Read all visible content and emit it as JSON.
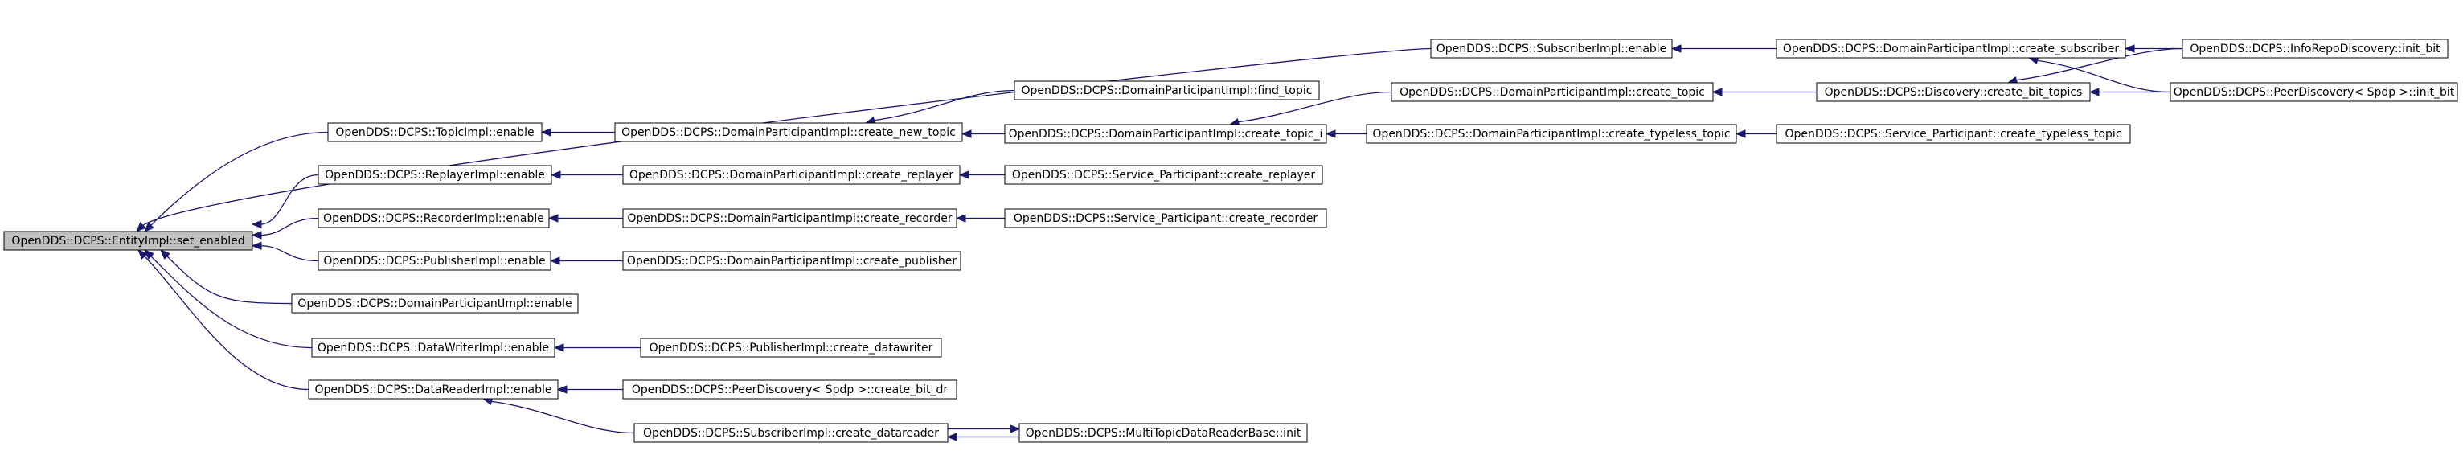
{
  "diagram": {
    "type": "caller-graph",
    "nodes": [
      {
        "id": "set_enabled",
        "label": "OpenDDS::DCPS::EntityImpl::set_enabled",
        "root": true
      },
      {
        "id": "sub_enable",
        "label": "OpenDDS::DCPS::SubscriberImpl::enable"
      },
      {
        "id": "dpi_create_subscriber",
        "label": "OpenDDS::DCPS::DomainParticipantImpl::create_subscriber"
      },
      {
        "id": "irdisc_init_bit",
        "label": "OpenDDS::DCPS::InfoRepoDiscovery::init_bit"
      },
      {
        "id": "find_topic",
        "label": "OpenDDS::DCPS::DomainParticipantImpl::find_topic"
      },
      {
        "id": "topic_enable",
        "label": "OpenDDS::DCPS::TopicImpl::enable"
      },
      {
        "id": "dpi_create_new_topic",
        "label": "OpenDDS::DCPS::DomainParticipantImpl::create_new_topic"
      },
      {
        "id": "dpi_create_topic",
        "label": "OpenDDS::DCPS::DomainParticipantImpl::create_topic"
      },
      {
        "id": "disc_create_bit_topics",
        "label": "OpenDDS::DCPS::Discovery::create_bit_topics"
      },
      {
        "id": "peerdisc_init_bit",
        "label": "OpenDDS::DCPS::PeerDiscovery< Spdp >::init_bit"
      },
      {
        "id": "dpi_create_topic_i",
        "label": "OpenDDS::DCPS::DomainParticipantImpl::create_topic_i"
      },
      {
        "id": "dpi_create_typeless_topic",
        "label": "OpenDDS::DCPS::DomainParticipantImpl::create_typeless_topic"
      },
      {
        "id": "sp_create_typeless_topic",
        "label": "OpenDDS::DCPS::Service_Participant::create_typeless_topic"
      },
      {
        "id": "replayer_enable",
        "label": "OpenDDS::DCPS::ReplayerImpl::enable"
      },
      {
        "id": "dpi_create_replayer",
        "label": "OpenDDS::DCPS::DomainParticipantImpl::create_replayer"
      },
      {
        "id": "sp_create_replayer",
        "label": "OpenDDS::DCPS::Service_Participant::create_replayer"
      },
      {
        "id": "recorder_enable",
        "label": "OpenDDS::DCPS::RecorderImpl::enable"
      },
      {
        "id": "dpi_create_recorder",
        "label": "OpenDDS::DCPS::DomainParticipantImpl::create_recorder"
      },
      {
        "id": "sp_create_recorder",
        "label": "OpenDDS::DCPS::Service_Participant::create_recorder"
      },
      {
        "id": "pub_enable",
        "label": "OpenDDS::DCPS::PublisherImpl::enable"
      },
      {
        "id": "dpi_create_publisher",
        "label": "OpenDDS::DCPS::DomainParticipantImpl::create_publisher"
      },
      {
        "id": "dpi_enable",
        "label": "OpenDDS::DCPS::DomainParticipantImpl::enable"
      },
      {
        "id": "dw_enable",
        "label": "OpenDDS::DCPS::DataWriterImpl::enable"
      },
      {
        "id": "pub_create_datawriter",
        "label": "OpenDDS::DCPS::PublisherImpl::create_datawriter"
      },
      {
        "id": "dr_enable",
        "label": "OpenDDS::DCPS::DataReaderImpl::enable"
      },
      {
        "id": "peerdisc_create_bit_dr",
        "label": "OpenDDS::DCPS::PeerDiscovery< Spdp >::create_bit_dr"
      },
      {
        "id": "sub_create_datareader",
        "label": "OpenDDS::DCPS::SubscriberImpl::create_datareader"
      },
      {
        "id": "mtdrb_init",
        "label": "OpenDDS::DCPS::MultiTopicDataReaderBase::init"
      }
    ],
    "edges": [
      {
        "from": "sub_enable",
        "to": "set_enabled"
      },
      {
        "from": "topic_enable",
        "to": "set_enabled"
      },
      {
        "from": "replayer_enable",
        "to": "set_enabled"
      },
      {
        "from": "recorder_enable",
        "to": "set_enabled"
      },
      {
        "from": "pub_enable",
        "to": "set_enabled"
      },
      {
        "from": "dpi_enable",
        "to": "set_enabled"
      },
      {
        "from": "dw_enable",
        "to": "set_enabled"
      },
      {
        "from": "dr_enable",
        "to": "set_enabled"
      },
      {
        "from": "dpi_create_subscriber",
        "to": "sub_enable"
      },
      {
        "from": "irdisc_init_bit",
        "to": "dpi_create_subscriber"
      },
      {
        "from": "peerdisc_init_bit",
        "to": "dpi_create_subscriber"
      },
      {
        "from": "dpi_create_new_topic",
        "to": "topic_enable"
      },
      {
        "from": "find_topic",
        "to": "dpi_create_new_topic"
      },
      {
        "from": "dpi_create_topic_i",
        "to": "dpi_create_new_topic"
      },
      {
        "from": "dpi_create_topic",
        "to": "dpi_create_topic_i"
      },
      {
        "from": "dpi_create_typeless_topic",
        "to": "dpi_create_topic_i"
      },
      {
        "from": "disc_create_bit_topics",
        "to": "dpi_create_topic"
      },
      {
        "from": "irdisc_init_bit",
        "to": "disc_create_bit_topics"
      },
      {
        "from": "peerdisc_init_bit",
        "to": "disc_create_bit_topics"
      },
      {
        "from": "sp_create_typeless_topic",
        "to": "dpi_create_typeless_topic"
      },
      {
        "from": "dpi_create_replayer",
        "to": "replayer_enable"
      },
      {
        "from": "sp_create_replayer",
        "to": "dpi_create_replayer"
      },
      {
        "from": "dpi_create_recorder",
        "to": "recorder_enable"
      },
      {
        "from": "sp_create_recorder",
        "to": "dpi_create_recorder"
      },
      {
        "from": "dpi_create_publisher",
        "to": "pub_enable"
      },
      {
        "from": "pub_create_datawriter",
        "to": "dw_enable"
      },
      {
        "from": "peerdisc_create_bit_dr",
        "to": "dr_enable"
      },
      {
        "from": "sub_create_datareader",
        "to": "dr_enable"
      },
      {
        "from": "mtdrb_init",
        "to": "sub_create_datareader"
      },
      {
        "from": "sub_create_datareader",
        "to": "mtdrb_init"
      }
    ],
    "colors": {
      "edge": "#191970",
      "node_border": "#000000",
      "node_fill": "#ffffff",
      "root_fill": "#bfbfbf"
    }
  }
}
